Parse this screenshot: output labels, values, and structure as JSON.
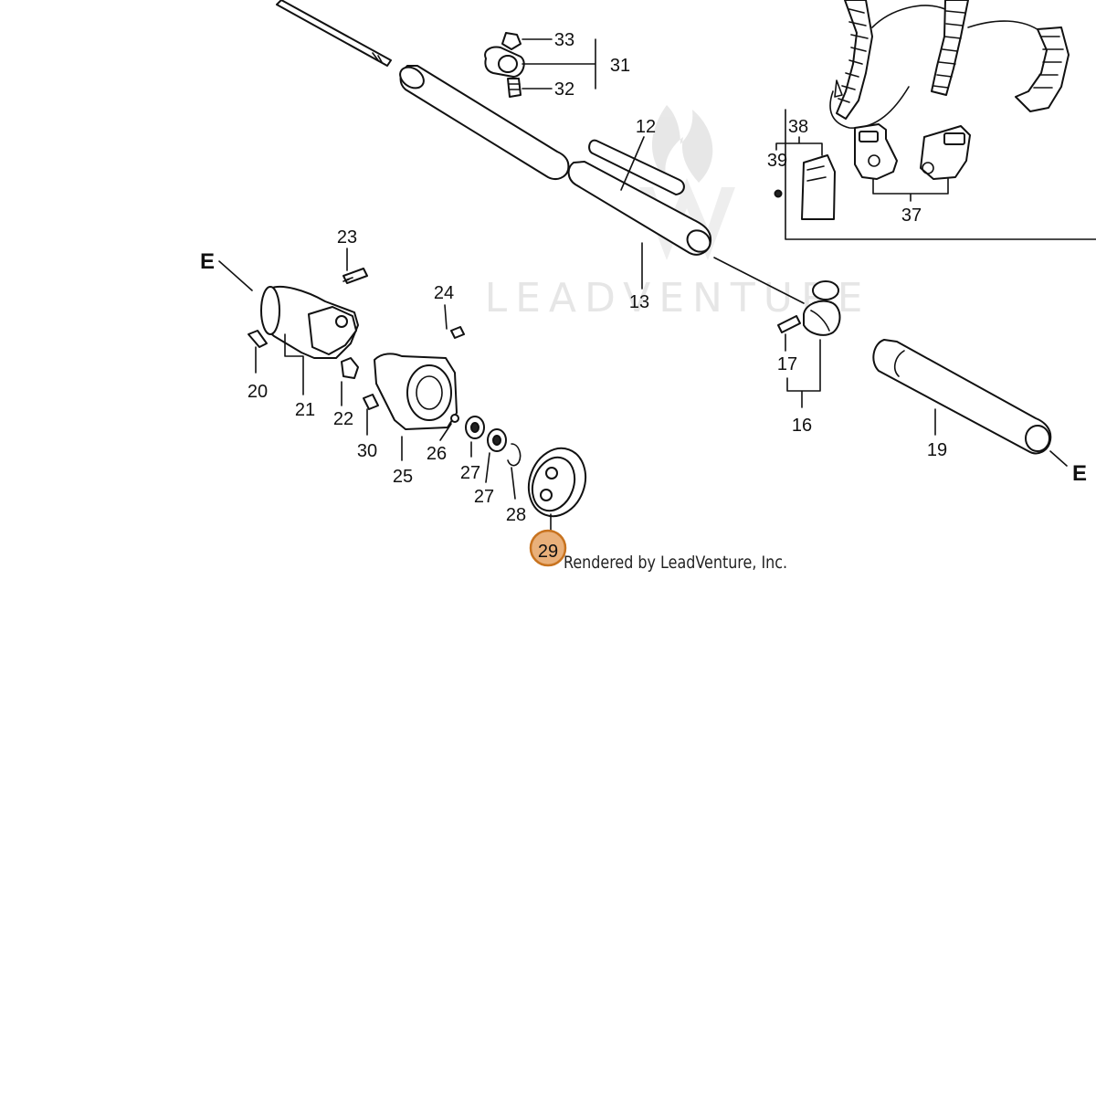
{
  "diagram": {
    "watermark": "LEADVENTURE",
    "credit": "Rendered by LeadVenture, Inc.",
    "highlight_color": "#e9b07a",
    "highlight_stroke": "#c8731f",
    "highlighted_part": "29",
    "reference_markers": [
      "E",
      "E"
    ],
    "callouts": [
      {
        "id": "33",
        "label": "33"
      },
      {
        "id": "31",
        "label": "31"
      },
      {
        "id": "32",
        "label": "32"
      },
      {
        "id": "12",
        "label": "12"
      },
      {
        "id": "13",
        "label": "13"
      },
      {
        "id": "38",
        "label": "38"
      },
      {
        "id": "39",
        "label": "39"
      },
      {
        "id": "37",
        "label": "37"
      },
      {
        "id": "23",
        "label": "23"
      },
      {
        "id": "24",
        "label": "24"
      },
      {
        "id": "20",
        "label": "20"
      },
      {
        "id": "21",
        "label": "21"
      },
      {
        "id": "22",
        "label": "22"
      },
      {
        "id": "30",
        "label": "30"
      },
      {
        "id": "25",
        "label": "25"
      },
      {
        "id": "26",
        "label": "26"
      },
      {
        "id": "27a",
        "label": "27"
      },
      {
        "id": "27b",
        "label": "27"
      },
      {
        "id": "28",
        "label": "28"
      },
      {
        "id": "29",
        "label": "29"
      },
      {
        "id": "17",
        "label": "17"
      },
      {
        "id": "16",
        "label": "16"
      },
      {
        "id": "19",
        "label": "19"
      }
    ]
  }
}
